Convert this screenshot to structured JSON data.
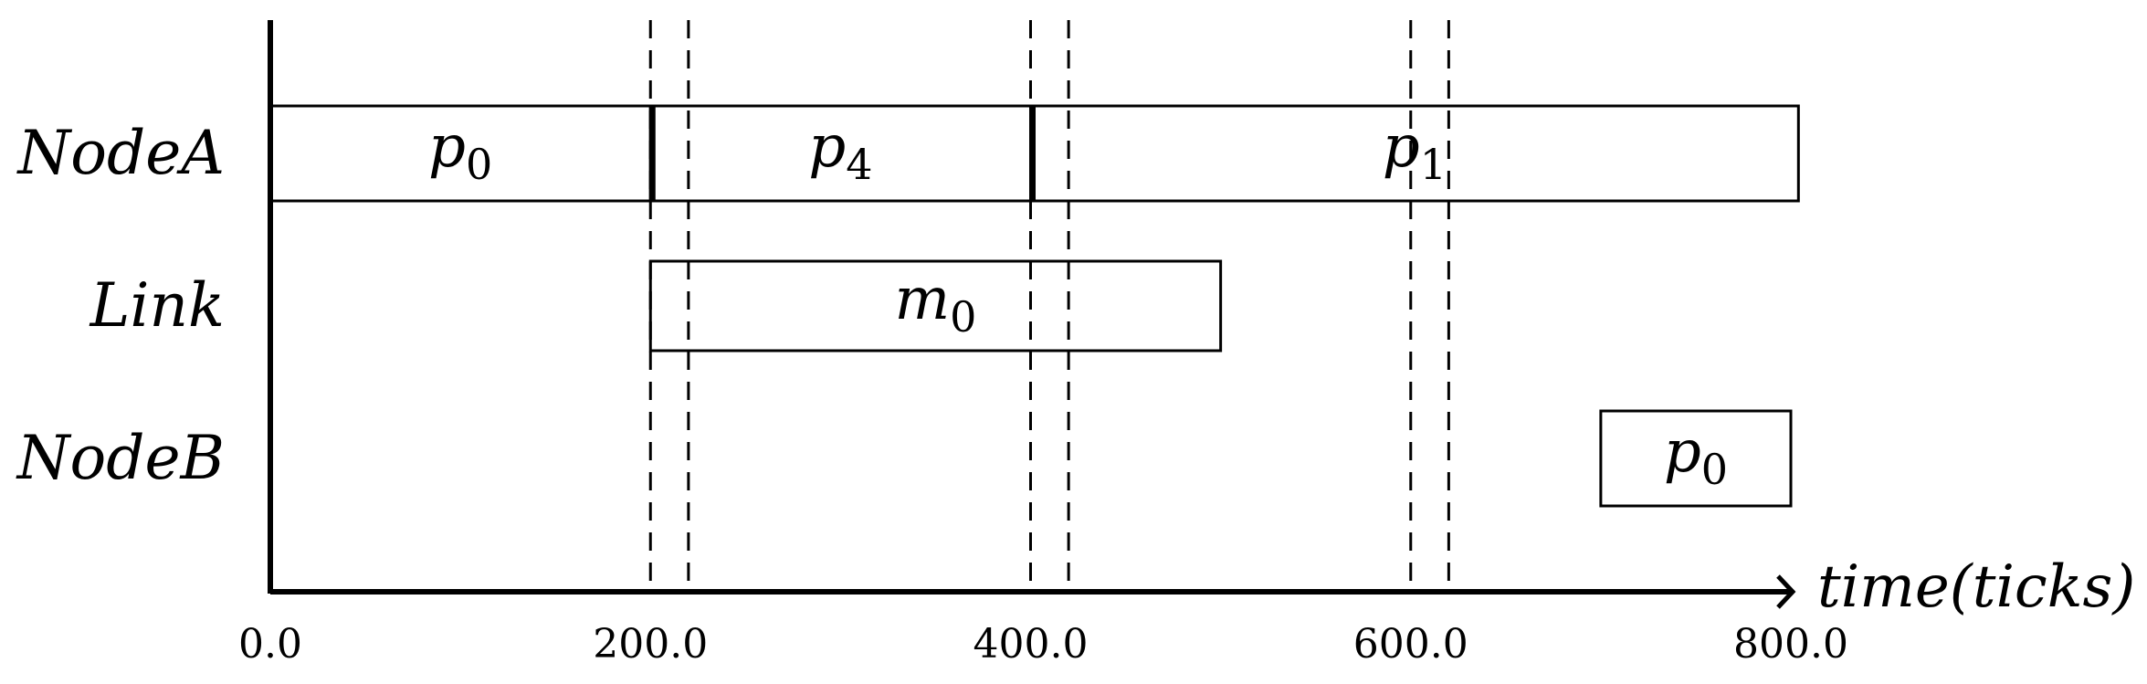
{
  "chart_data": {
    "type": "gantt",
    "xlabel": "time(ticks)",
    "xlim": [
      0,
      800
    ],
    "x_ticks": [
      "0.0",
      "200.0",
      "400.0",
      "600.0",
      "800.0"
    ],
    "x_tick_values": [
      0,
      200,
      400,
      600,
      800
    ],
    "lanes": [
      "NodeA",
      "Link",
      "NodeB"
    ],
    "tasks": [
      {
        "lane": "NodeA",
        "name": "p",
        "sub": "0",
        "start": 0,
        "end": 200
      },
      {
        "lane": "NodeA",
        "name": "p",
        "sub": "4",
        "start": 200,
        "end": 400
      },
      {
        "lane": "NodeA",
        "name": "p",
        "sub": "1",
        "start": 400,
        "end": 804
      },
      {
        "lane": "Link",
        "name": "m",
        "sub": "0",
        "start": 200,
        "end": 500
      },
      {
        "lane": "NodeB",
        "name": "p",
        "sub": "0",
        "start": 700,
        "end": 800
      }
    ],
    "vlines": [
      200,
      220,
      400,
      420,
      600,
      620
    ]
  }
}
